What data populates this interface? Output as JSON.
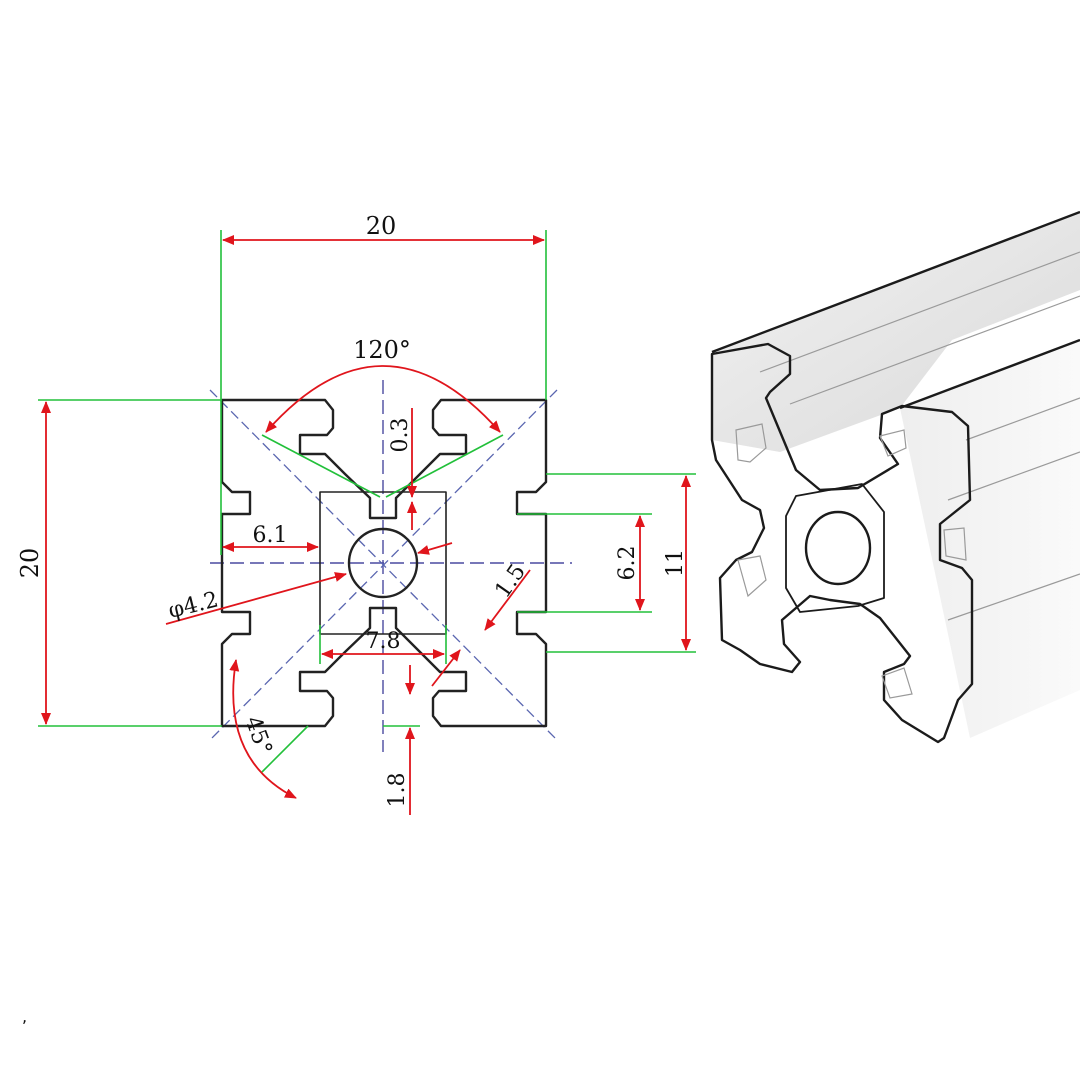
{
  "dimensions": {
    "width": "20",
    "height": "20",
    "angle_top": "120°",
    "top_gap": "0.3",
    "slot_depth": "6.1",
    "bore": "φ4.2",
    "slot_opening": "6.2",
    "slot_width": "11",
    "wall": "1.5",
    "inner_width": "7.8",
    "angle_corner": "45°",
    "bottom_wall": "1.8"
  },
  "colors": {
    "extension_lines": "#22c03a",
    "dimension_arrows": "#e0151c",
    "center_lines": "#4a4aa0",
    "outline": "#222222"
  },
  "illustration": {
    "name": "aluminium extrusion 2020 isometric view"
  }
}
